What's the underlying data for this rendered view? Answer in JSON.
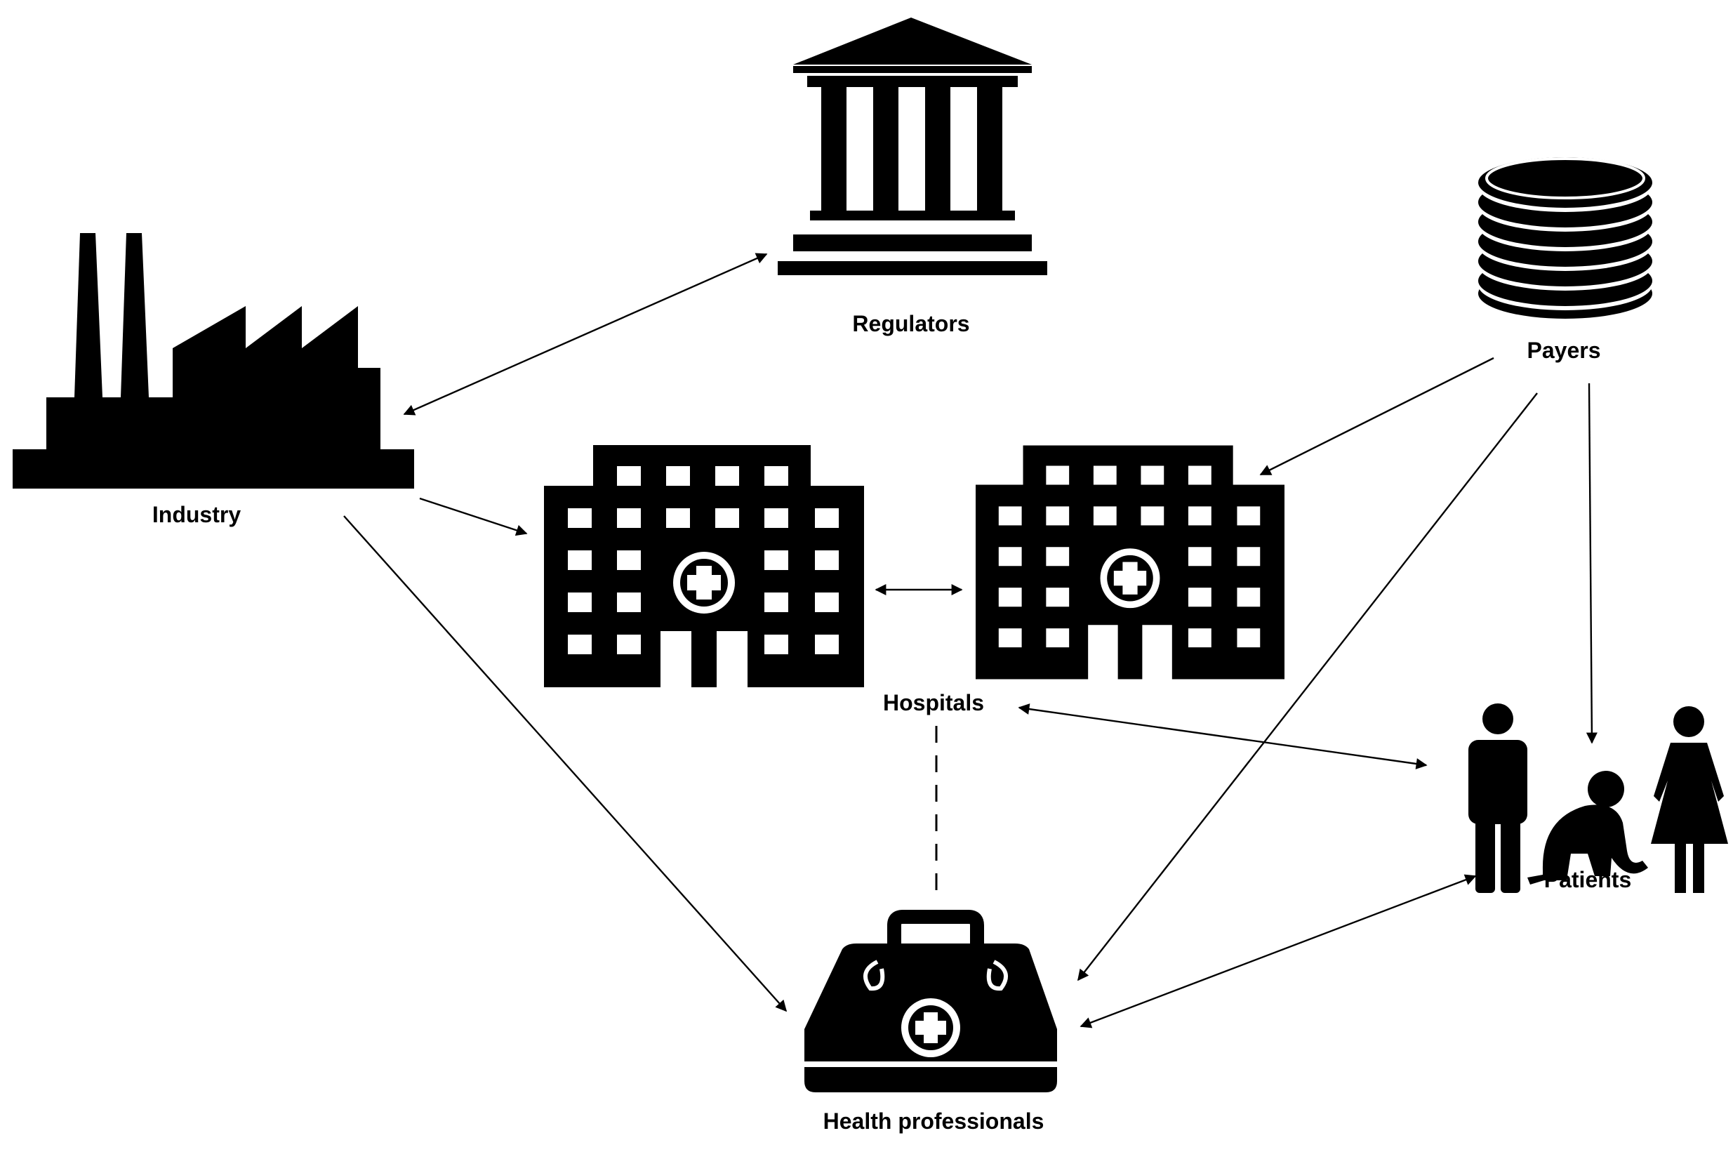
{
  "colors": {
    "ink": "#000000",
    "background": "#ffffff"
  },
  "nodes": {
    "regulators": {
      "label": "Regulators",
      "icon": "government-building-icon"
    },
    "payers": {
      "label": "Payers",
      "icon": "coin-stack-icon"
    },
    "industry": {
      "label": "Industry",
      "icon": "factory-icon"
    },
    "hospitals": {
      "label": "Hospitals",
      "icon": "hospital-building-icon"
    },
    "patients": {
      "label": "Patients",
      "icon": "family-people-icon"
    },
    "health_professionals": {
      "label": "Health professionals",
      "icon": "medical-bag-icon"
    }
  },
  "connections": [
    {
      "from": "industry",
      "to": "regulators",
      "direction": "both",
      "style": "solid"
    },
    {
      "from": "industry",
      "to": "hospitals",
      "direction": "to",
      "style": "solid"
    },
    {
      "from": "industry",
      "to": "health_professionals",
      "direction": "to",
      "style": "solid"
    },
    {
      "from": "hospital_left",
      "to": "hospital_right",
      "direction": "both",
      "style": "solid"
    },
    {
      "from": "payers",
      "to": "hospitals",
      "direction": "to",
      "style": "solid"
    },
    {
      "from": "payers",
      "to": "health_professionals",
      "direction": "to",
      "style": "solid"
    },
    {
      "from": "payers",
      "to": "patients",
      "direction": "to",
      "style": "solid"
    },
    {
      "from": "hospitals",
      "to": "patients",
      "direction": "both",
      "style": "solid"
    },
    {
      "from": "patients",
      "to": "health_professionals",
      "direction": "both",
      "style": "solid"
    },
    {
      "from": "hospitals",
      "to": "health_professionals",
      "direction": "none",
      "style": "dashed"
    }
  ]
}
